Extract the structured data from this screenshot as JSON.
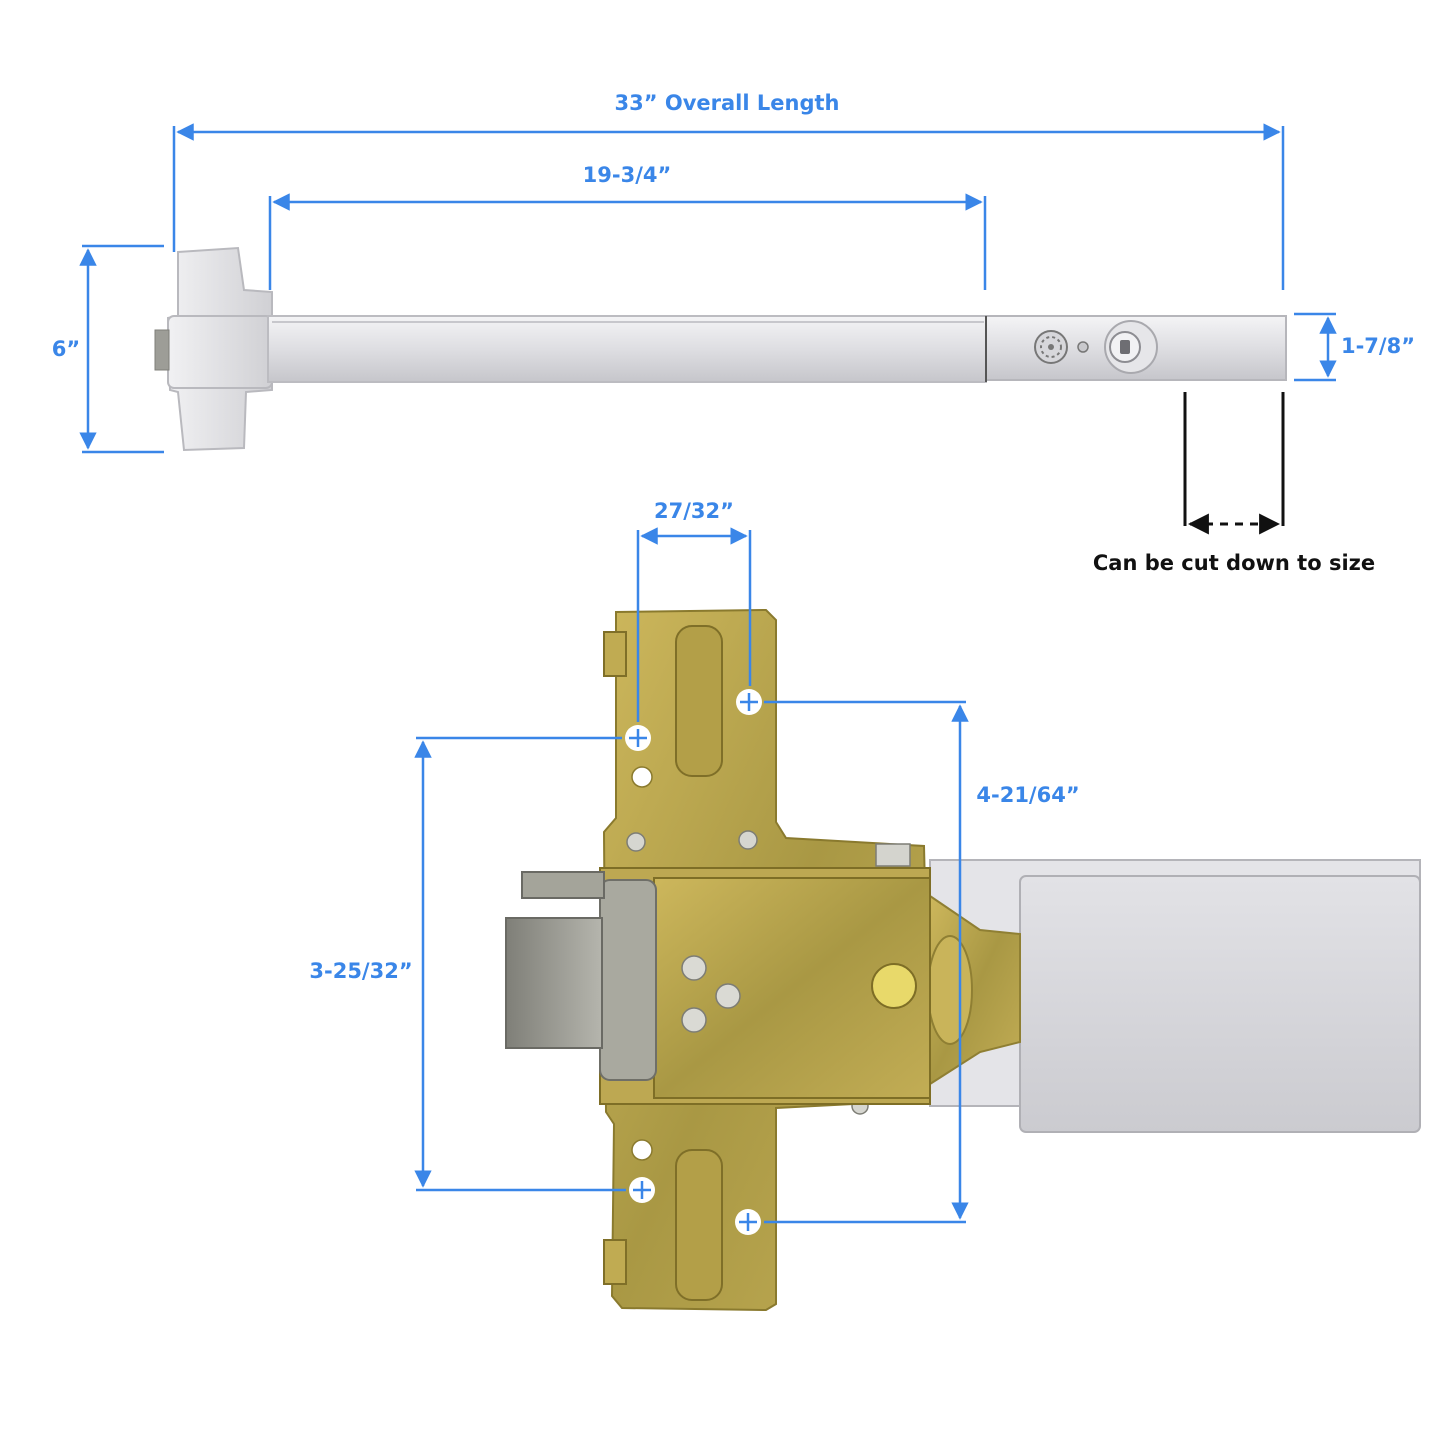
{
  "colors": {
    "dimension": "#3a86e8",
    "note": "#111111",
    "bar_silver": "#dcdcdf",
    "bracket_gold": "#b8a24a",
    "latch_bolt": "#9b9b92"
  },
  "dimensions": {
    "overall_length": "33” Overall Length",
    "pushpad_length": "19-3/4”",
    "height": "6”",
    "bar_depth": "1-7/8”",
    "hole_spacing_horizontal": "27/32”",
    "hole_spacing_outer_vertical": "4-21/64”",
    "hole_spacing_inner_vertical": "3-25/32”"
  },
  "notes": {
    "cut_note": "Can be cut down to size"
  },
  "icons": {
    "alarm_speaker": "speaker-grille-icon",
    "key_cylinder": "key-cylinder-icon",
    "screw_hole": "crosshair-hole-icon"
  }
}
